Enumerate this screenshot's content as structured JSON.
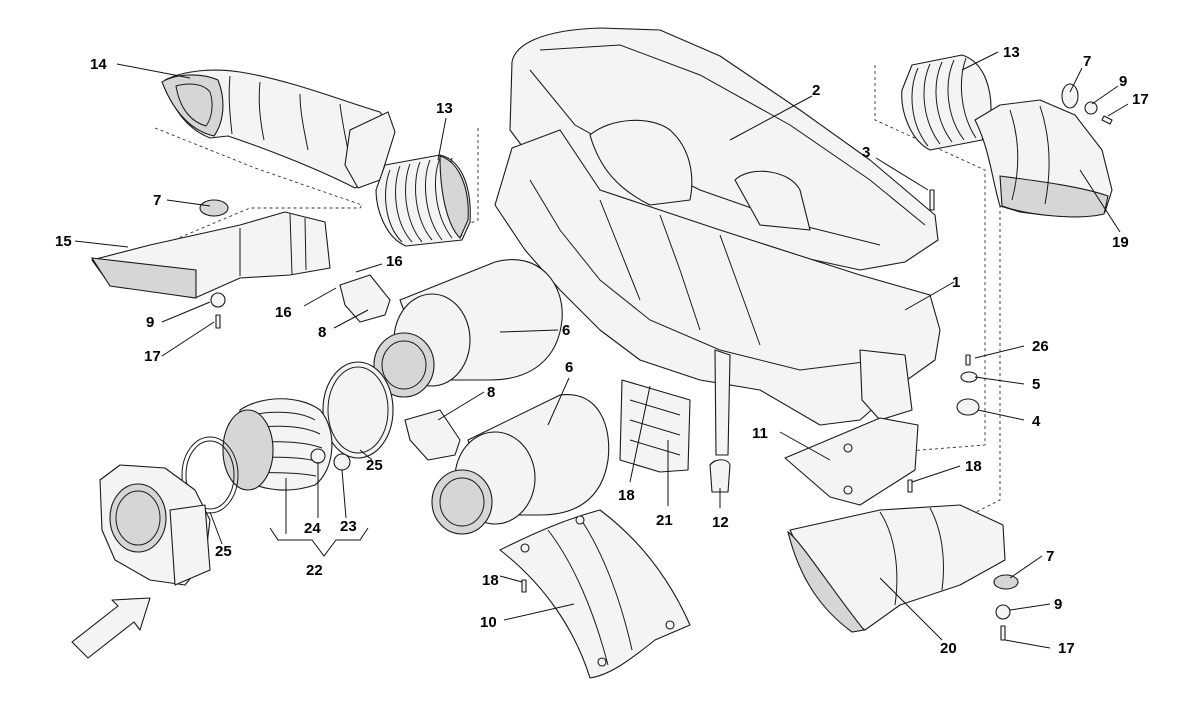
{
  "diagram": {
    "callouts": [
      {
        "label": "14"
      },
      {
        "label": "13"
      },
      {
        "label": "2"
      },
      {
        "label": "13"
      },
      {
        "label": "7"
      },
      {
        "label": "9"
      },
      {
        "label": "17"
      },
      {
        "label": "3"
      },
      {
        "label": "19"
      },
      {
        "label": "7"
      },
      {
        "label": "15"
      },
      {
        "label": "16"
      },
      {
        "label": "16"
      },
      {
        "label": "1"
      },
      {
        "label": "9"
      },
      {
        "label": "8"
      },
      {
        "label": "6"
      },
      {
        "label": "17"
      },
      {
        "label": "26"
      },
      {
        "label": "5"
      },
      {
        "label": "6"
      },
      {
        "label": "8"
      },
      {
        "label": "4"
      },
      {
        "label": "25"
      },
      {
        "label": "11"
      },
      {
        "label": "18"
      },
      {
        "label": "25"
      },
      {
        "label": "24"
      },
      {
        "label": "23"
      },
      {
        "label": "18"
      },
      {
        "label": "21"
      },
      {
        "label": "12"
      },
      {
        "label": "22"
      },
      {
        "label": "7"
      },
      {
        "label": "18"
      },
      {
        "label": "9"
      },
      {
        "label": "10"
      },
      {
        "label": "20"
      },
      {
        "label": "17"
      }
    ]
  }
}
